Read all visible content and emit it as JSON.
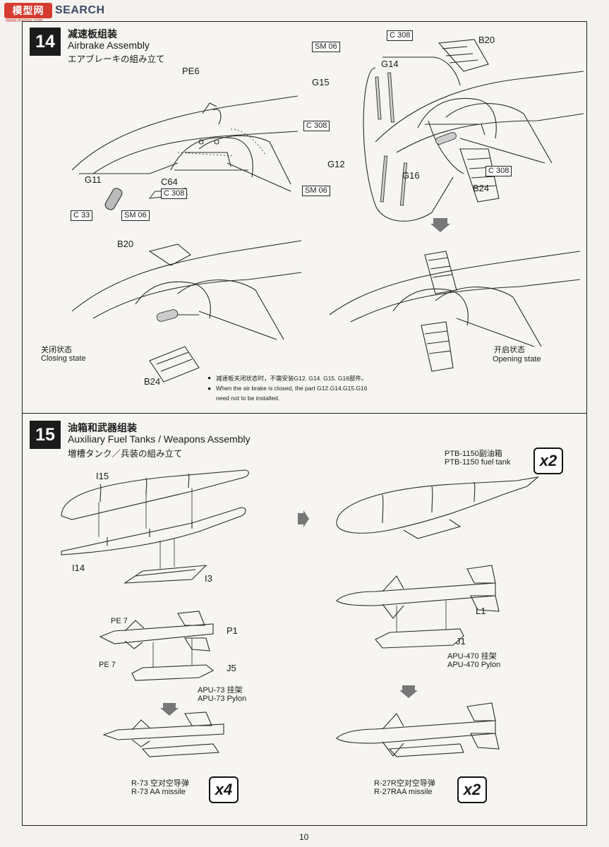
{
  "brand": {
    "logo_text": "模型网",
    "search_text": "SEARCH",
    "url_text": "www.mxsou.com"
  },
  "step14": {
    "number": "14",
    "title_zh": "减速板组装",
    "title_en": "Airbrake Assembly",
    "title_jp": "エアブレーキの組み立て",
    "labels": {
      "pe6": "PE6",
      "g11": "G11",
      "c64": "C64",
      "c308": "C 308",
      "c33": "C 33",
      "sm06": "SM 06",
      "b20": "B20",
      "b24": "B24",
      "g14": "G14",
      "g15": "G15",
      "g12": "G12",
      "g16": "G16"
    },
    "closing_zh": "关闭状态",
    "closing_en": "Closing state",
    "opening_zh": "开启状态",
    "opening_en": "Opening state",
    "note_zh": "减速板关闭状态时，不需安装G12. G14. G15. G16部件。",
    "note_en_1": "When the air brake is closed, the part G12.G14.G15.G16",
    "note_en_2": "need not to be installed."
  },
  "step15": {
    "number": "15",
    "title_zh": "油箱和武器组装",
    "title_en": "Auxiliary Fuel Tanks / Weapons Assembly",
    "title_jp": "増槽タンク／兵装の組み立て",
    "labels": {
      "i15": "I15",
      "i14": "I14",
      "i3": "I3",
      "pe7a": "PE 7",
      "pe7b": "PE 7",
      "p1": "P1",
      "j5": "J5",
      "l1": "L1",
      "j1": "J1"
    },
    "fuel_zh": "PTB-1150副油箱",
    "fuel_en": "PTB-1150 fuel tank",
    "fuel_mult": "x2",
    "apu73_zh": "APU-73 挂架",
    "apu73_en": "APU-73 Pylon",
    "apu470_zh": "APU-470 挂架",
    "apu470_en": "APU-470 Pylon",
    "r73_zh": "R-73 空对空导弹",
    "r73_en": "R-73 AA missile",
    "r73_mult": "x4",
    "r27_zh": "R-27R空对空导弹",
    "r27_en": "R-27RAA missile",
    "r27_mult": "x2"
  },
  "page_number": "10"
}
